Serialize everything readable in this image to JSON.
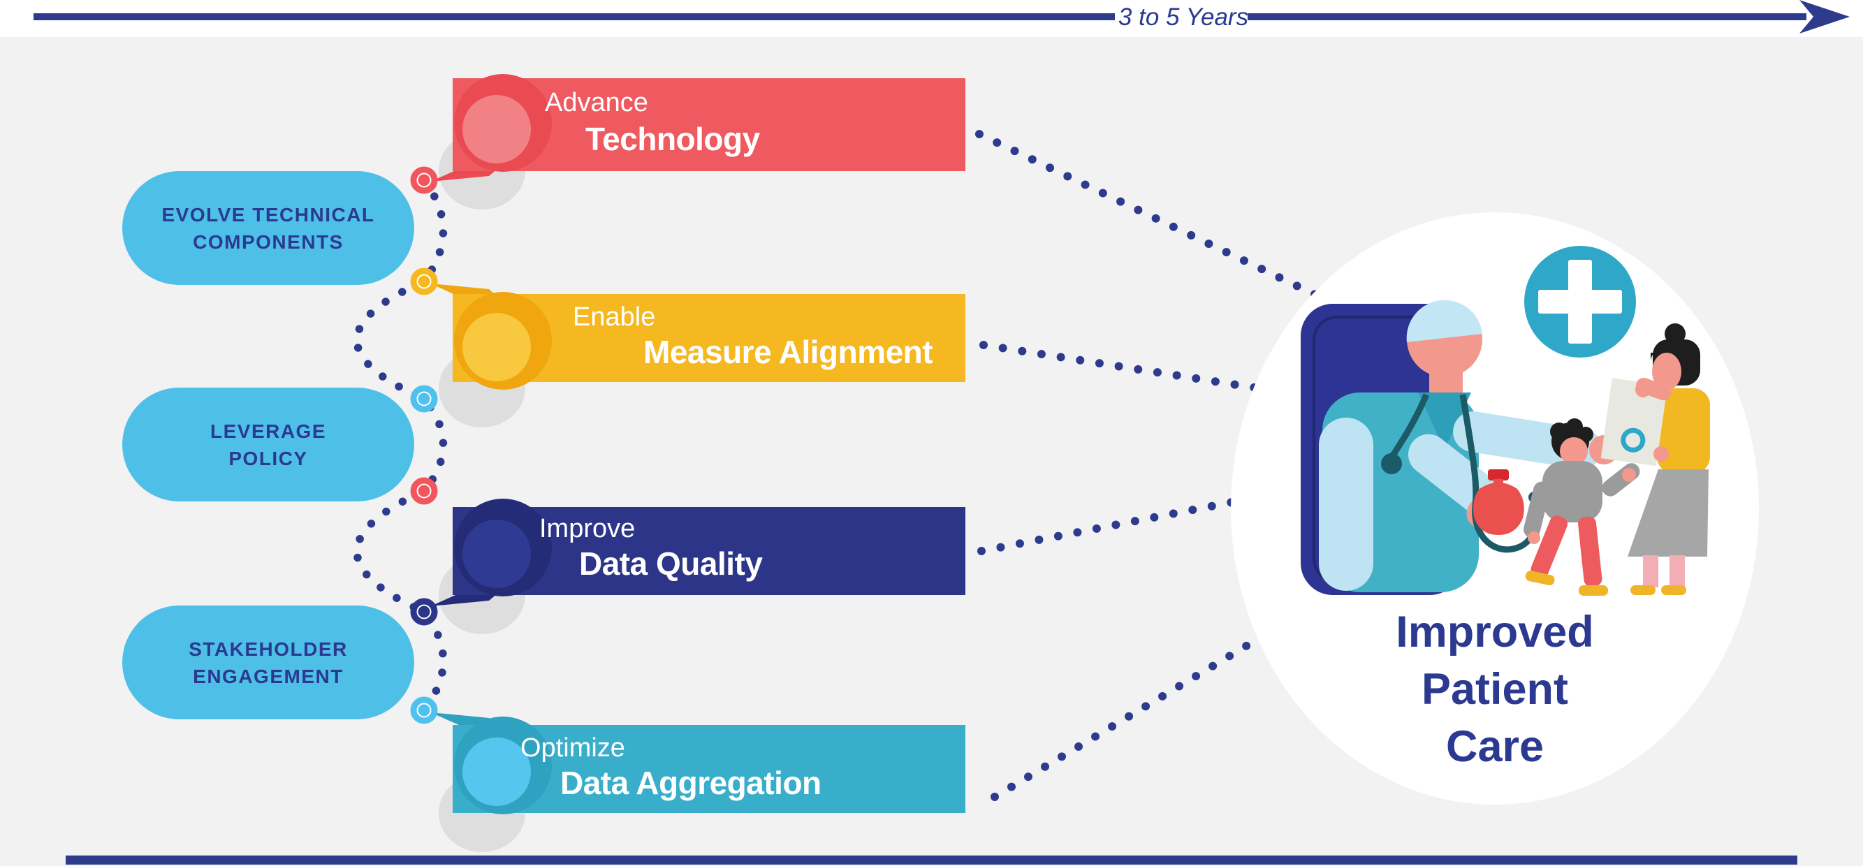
{
  "timeline": {
    "label": "3 to 5 Years"
  },
  "pillars": [
    {
      "line1": "EVOLVE TECHNICAL",
      "line2": "COMPONENTS"
    },
    {
      "line1": "LEVERAGE",
      "line2": "POLICY"
    },
    {
      "line1": "STAKEHOLDER",
      "line2": "ENGAGEMENT"
    }
  ],
  "strategies": [
    {
      "action": "Advance",
      "focus": "Technology",
      "bar_color": "#EF5A60",
      "circle_color": "#EA4A52",
      "circle_inner": "#F28185"
    },
    {
      "action": "Enable",
      "focus": "Measure Alignment",
      "bar_color": "#F5B821",
      "circle_color": "#EFA60F",
      "circle_inner": "#F8C83E"
    },
    {
      "action": "Improve",
      "focus": "Data Quality",
      "bar_color": "#2C3588",
      "circle_color": "#242C77",
      "circle_inner": "#2F3B92"
    },
    {
      "action": "Optimize",
      "focus": "Data Aggregation",
      "bar_color": "#39AECB",
      "circle_color": "#2EA2C0",
      "circle_inner": "#55C6EE"
    }
  ],
  "connector_rings": [
    {
      "color": "#F0575C"
    },
    {
      "color": "#F5B821"
    },
    {
      "color": "#4FC1EE"
    },
    {
      "color": "#F0575C"
    },
    {
      "color": "#2C3588"
    },
    {
      "color": "#4FC1EE"
    }
  ],
  "outcome": {
    "line1": "Improved",
    "line2": "Patient",
    "line3": "Care"
  },
  "colors": {
    "navy": "#2E3A8C",
    "text_navy": "#2B3990",
    "pill_blue": "#4EC0E8",
    "background_gray": "#F2F2F3",
    "plus_teal": "#2FA7C8",
    "tablet_navy": "#2D3494",
    "scrub_teal": "#41B1C7",
    "sleeve_blue": "#BEE3F2",
    "skin": "#F2988C"
  }
}
